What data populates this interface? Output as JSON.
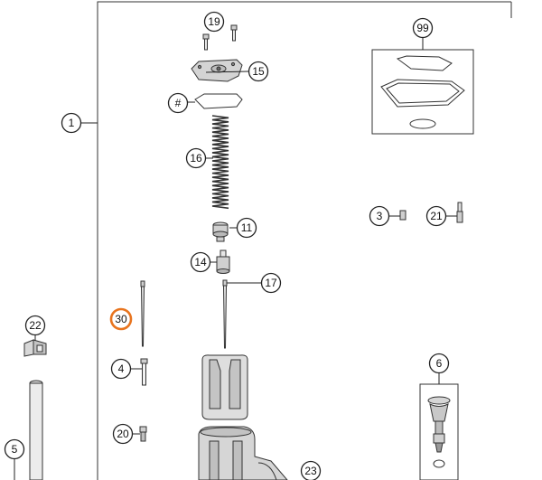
{
  "diagram": {
    "callouts": {
      "c19": "19",
      "c15": "15",
      "c_hash": "#",
      "c16": "16",
      "c11": "11",
      "c14": "14",
      "c17": "17",
      "c1": "1",
      "c99": "99",
      "c3": "3",
      "c21": "21",
      "c22": "22",
      "c30": "30",
      "c4": "4",
      "c20": "20",
      "c5": "5",
      "c6": "6",
      "c23": "23"
    },
    "highlight_callout": "30",
    "colors": {
      "highlight": "#e8741e",
      "line": "#222222",
      "part_fill": "#d9d9d9"
    }
  }
}
